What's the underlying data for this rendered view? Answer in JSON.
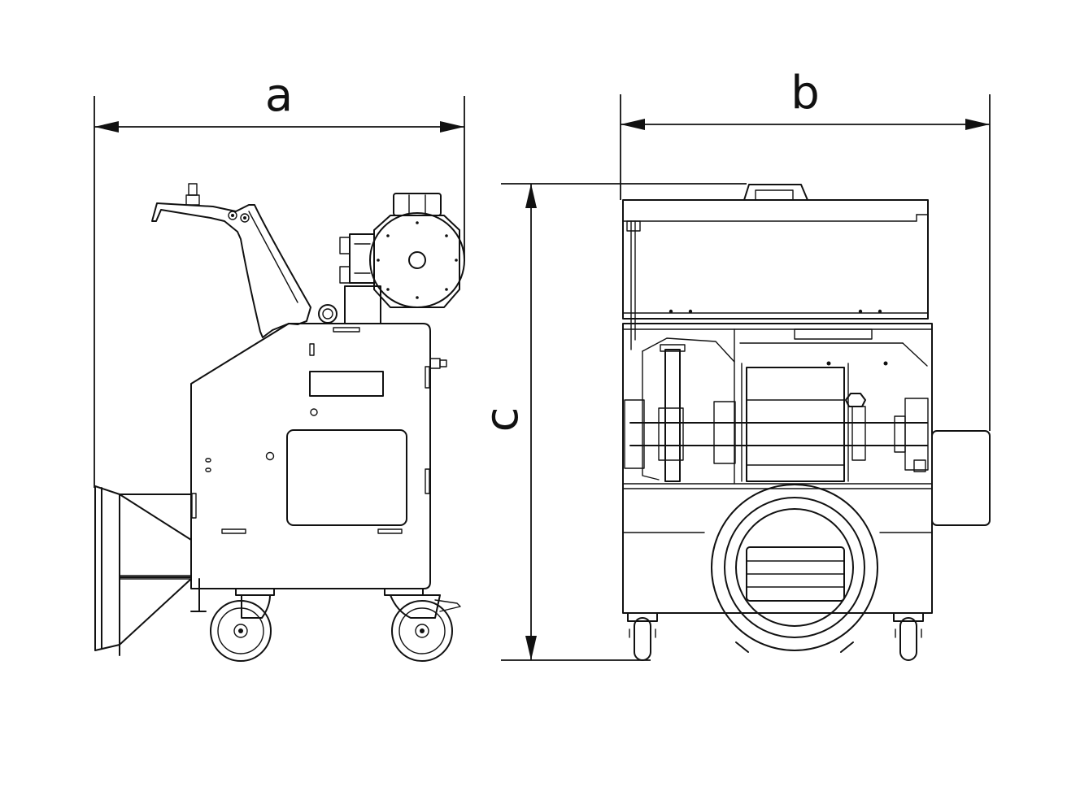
{
  "dimensions": {
    "a": "a",
    "b": "b",
    "c": "c"
  }
}
